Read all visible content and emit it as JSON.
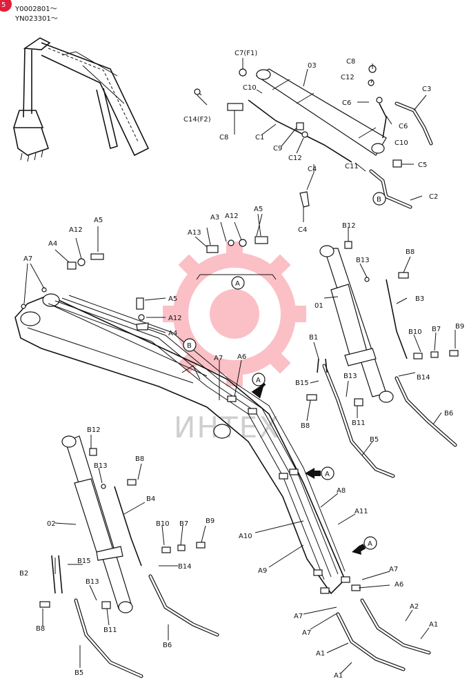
{
  "header": {
    "serial_1": "Y0002801～",
    "serial_2": "YN023301～",
    "page_marker": "5"
  },
  "watermark": "ИНТЕХ",
  "callouts": {
    "detail_a": "A",
    "detail_b": "B"
  },
  "labels": [
    {
      "id": "c7",
      "text": "C7(F1)"
    },
    {
      "id": "p03",
      "text": "03"
    },
    {
      "id": "c8a",
      "text": "C8"
    },
    {
      "id": "c12a",
      "text": "C12"
    },
    {
      "id": "c10a",
      "text": "C10"
    },
    {
      "id": "c3",
      "text": "C3"
    },
    {
      "id": "c6a",
      "text": "C6"
    },
    {
      "id": "c6b",
      "text": "C6"
    },
    {
      "id": "c14",
      "text": "C14(F2)"
    },
    {
      "id": "c10b",
      "text": "C10"
    },
    {
      "id": "c8b",
      "text": "C8"
    },
    {
      "id": "c1",
      "text": "C1"
    },
    {
      "id": "c9",
      "text": "C9"
    },
    {
      "id": "c12b",
      "text": "C12"
    },
    {
      "id": "c4a",
      "text": "C4"
    },
    {
      "id": "c5",
      "text": "C5"
    },
    {
      "id": "c11",
      "text": "C11"
    },
    {
      "id": "c2",
      "text": "C2"
    },
    {
      "id": "c4b",
      "text": "C4"
    },
    {
      "id": "a13",
      "text": "A13"
    },
    {
      "id": "a3",
      "text": "A3"
    },
    {
      "id": "a12a",
      "text": "A12"
    },
    {
      "id": "a5a",
      "text": "A5"
    },
    {
      "id": "a12b",
      "text": "A12"
    },
    {
      "id": "a5b",
      "text": "A5"
    },
    {
      "id": "a4a",
      "text": "A4"
    },
    {
      "id": "a7a",
      "text": "A7"
    },
    {
      "id": "a5c",
      "text": "A5"
    },
    {
      "id": "a12c",
      "text": "A12"
    },
    {
      "id": "a4b",
      "text": "A4"
    },
    {
      "id": "b12a",
      "text": "B12"
    },
    {
      "id": "b13a",
      "text": "B13"
    },
    {
      "id": "b8a",
      "text": "B8"
    },
    {
      "id": "p01",
      "text": "01"
    },
    {
      "id": "b3",
      "text": "B3"
    },
    {
      "id": "b1",
      "text": "B1"
    },
    {
      "id": "b10a",
      "text": "B10"
    },
    {
      "id": "b7a",
      "text": "B7"
    },
    {
      "id": "b9a",
      "text": "B9"
    },
    {
      "id": "a7b",
      "text": "A7"
    },
    {
      "id": "a6a",
      "text": "A6"
    },
    {
      "id": "b15a",
      "text": "B15"
    },
    {
      "id": "b13b",
      "text": "B13"
    },
    {
      "id": "b14a",
      "text": "B14"
    },
    {
      "id": "b8b",
      "text": "B8"
    },
    {
      "id": "b11a",
      "text": "B11"
    },
    {
      "id": "b6a",
      "text": "B6"
    },
    {
      "id": "b5a",
      "text": "B5"
    },
    {
      "id": "b12b",
      "text": "B12"
    },
    {
      "id": "b13c",
      "text": "B13"
    },
    {
      "id": "b8c",
      "text": "B8"
    },
    {
      "id": "b4",
      "text": "B4"
    },
    {
      "id": "p02",
      "text": "02"
    },
    {
      "id": "b10b",
      "text": "B10"
    },
    {
      "id": "b7b",
      "text": "B7"
    },
    {
      "id": "b9b",
      "text": "B9"
    },
    {
      "id": "b14b",
      "text": "B14"
    },
    {
      "id": "b2",
      "text": "B2"
    },
    {
      "id": "b15b",
      "text": "B15"
    },
    {
      "id": "b13d",
      "text": "B13"
    },
    {
      "id": "b8d",
      "text": "B8"
    },
    {
      "id": "b11b",
      "text": "B11"
    },
    {
      "id": "b6b",
      "text": "B6"
    },
    {
      "id": "b5b",
      "text": "B5"
    },
    {
      "id": "a8",
      "text": "A8"
    },
    {
      "id": "a11",
      "text": "A11"
    },
    {
      "id": "a10",
      "text": "A10"
    },
    {
      "id": "a9",
      "text": "A9"
    },
    {
      "id": "a7c",
      "text": "A7"
    },
    {
      "id": "a6b",
      "text": "A6"
    },
    {
      "id": "a7d",
      "text": "A7"
    },
    {
      "id": "a7e",
      "text": "A7"
    },
    {
      "id": "a2",
      "text": "A2"
    },
    {
      "id": "a1a",
      "text": "A1"
    },
    {
      "id": "a1b",
      "text": "A1"
    },
    {
      "id": "a1c",
      "text": "A1"
    }
  ]
}
